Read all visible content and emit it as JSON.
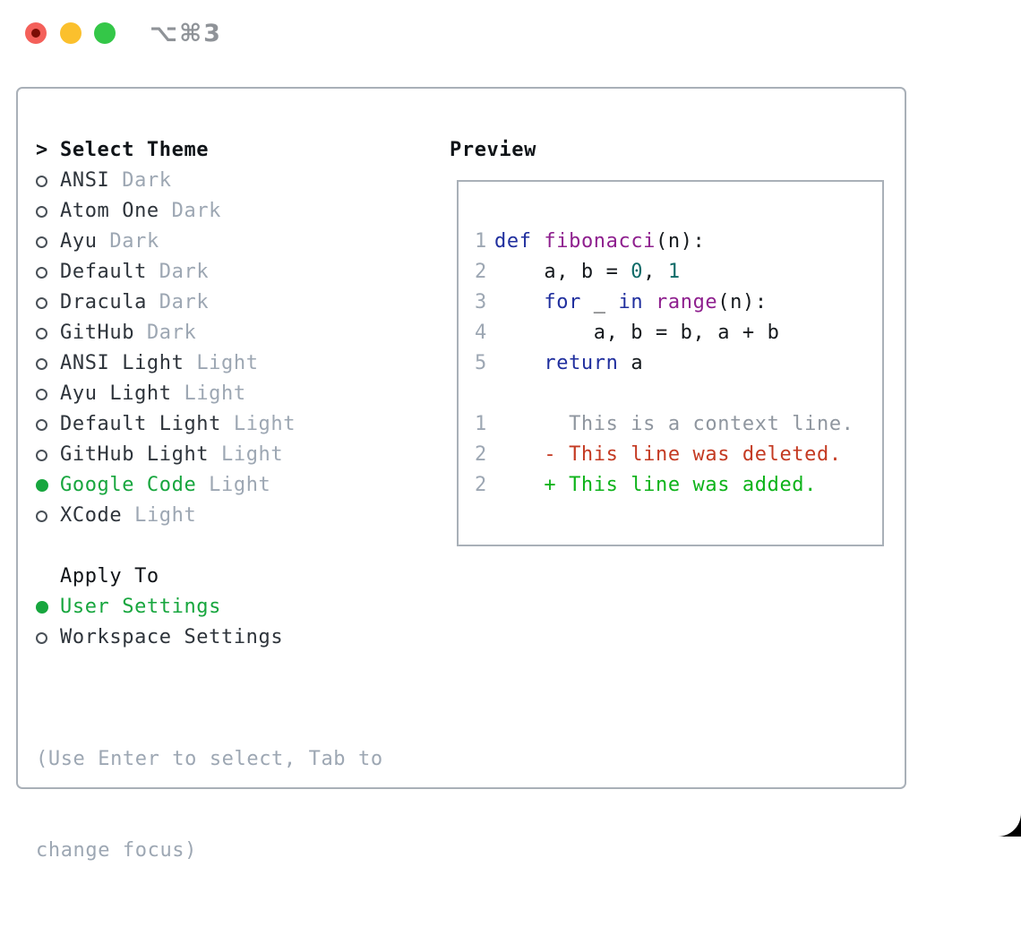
{
  "window": {
    "title_shortcut": "⌥⌘3",
    "traffic_lights": [
      "close",
      "minimize",
      "zoom"
    ]
  },
  "theme_panel": {
    "header_marker": ">",
    "header": "Select Theme",
    "themes": [
      {
        "name": "ANSI",
        "variant": "Dark",
        "selected": false
      },
      {
        "name": "Atom One",
        "variant": "Dark",
        "selected": false
      },
      {
        "name": "Ayu",
        "variant": "Dark",
        "selected": false
      },
      {
        "name": "Default",
        "variant": "Dark",
        "selected": false
      },
      {
        "name": "Dracula",
        "variant": "Dark",
        "selected": false
      },
      {
        "name": "GitHub",
        "variant": "Dark",
        "selected": false
      },
      {
        "name": "ANSI Light",
        "variant": "Light",
        "selected": false
      },
      {
        "name": "Ayu Light",
        "variant": "Light",
        "selected": false
      },
      {
        "name": "Default Light",
        "variant": "Light",
        "selected": false
      },
      {
        "name": "GitHub Light",
        "variant": "Light",
        "selected": false
      },
      {
        "name": "Google Code",
        "variant": "Light",
        "selected": true
      },
      {
        "name": "XCode",
        "variant": "Light",
        "selected": false
      }
    ],
    "apply_to": {
      "label": "Apply To",
      "options": [
        {
          "name": "User Settings",
          "selected": true
        },
        {
          "name": "Workspace Settings",
          "selected": false
        }
      ]
    },
    "hint_lines": [
      "(Use Enter to select, Tab to",
      "change focus)"
    ]
  },
  "preview": {
    "title": "Preview",
    "code_lines": [
      {
        "num": "1",
        "tokens": [
          {
            "t": "def",
            "c": "kw"
          },
          {
            "t": " ",
            "c": "pl"
          },
          {
            "t": "fibonacci",
            "c": "fn"
          },
          {
            "t": "(n):",
            "c": "pl"
          }
        ]
      },
      {
        "num": "2",
        "tokens": [
          {
            "t": "    a, b = ",
            "c": "pl"
          },
          {
            "t": "0",
            "c": "num"
          },
          {
            "t": ", ",
            "c": "pl"
          },
          {
            "t": "1",
            "c": "num"
          }
        ]
      },
      {
        "num": "3",
        "tokens": [
          {
            "t": "    ",
            "c": "pl"
          },
          {
            "t": "for",
            "c": "kw"
          },
          {
            "t": " _ ",
            "c": "pl"
          },
          {
            "t": "in",
            "c": "kw"
          },
          {
            "t": " ",
            "c": "pl"
          },
          {
            "t": "range",
            "c": "fn"
          },
          {
            "t": "(n):",
            "c": "pl"
          }
        ]
      },
      {
        "num": "4",
        "tokens": [
          {
            "t": "        a, b = b, a + b",
            "c": "pl"
          }
        ]
      },
      {
        "num": "5",
        "tokens": [
          {
            "t": "    ",
            "c": "pl"
          },
          {
            "t": "return",
            "c": "kw"
          },
          {
            "t": " a",
            "c": "pl"
          }
        ]
      },
      {
        "num": "",
        "tokens": []
      },
      {
        "num": "1",
        "tokens": [
          {
            "t": "      This is a context line.",
            "c": "ctx"
          }
        ]
      },
      {
        "num": "2",
        "tokens": [
          {
            "t": "    - This line was deleted.",
            "c": "del"
          }
        ]
      },
      {
        "num": "2",
        "tokens": [
          {
            "t": "    + This line was added.",
            "c": "add"
          }
        ]
      }
    ]
  },
  "colors": {
    "accent_green": "#17a63e",
    "text_dark": "#2e343b",
    "text_black": "#101418",
    "text_muted": "#9da7b3",
    "border_gray": "#a9b0b8",
    "code_keyword": "#202f9e",
    "code_function": "#8e1f8e",
    "code_number": "#0e6b68",
    "code_plain": "#15191d",
    "diff_context": "#8f969f",
    "diff_deleted": "#c43a22",
    "diff_added": "#0db31a",
    "traffic_red": "#f4605a",
    "traffic_yellow": "#fbc02d",
    "traffic_green": "#34c748",
    "title_gray": "#8f9398"
  }
}
